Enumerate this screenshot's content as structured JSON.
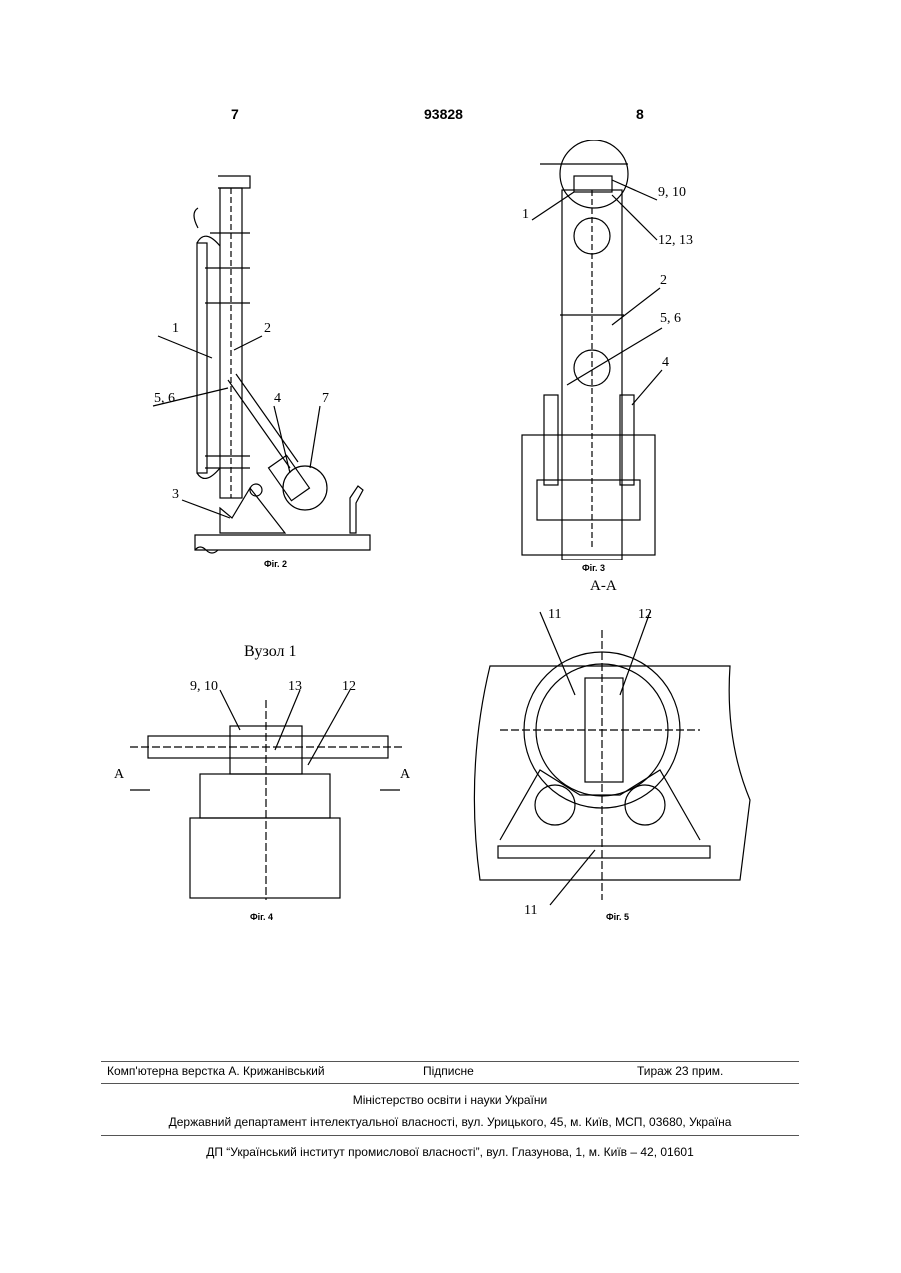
{
  "header": {
    "left_page": "7",
    "patent_no": "93828",
    "right_page": "8"
  },
  "figures": {
    "fig2": {
      "caption": "Фіг. 2",
      "labels": [
        "1",
        "2",
        "5, 6",
        "4",
        "7",
        "3"
      ]
    },
    "fig3": {
      "caption": "Фіг. 3",
      "section": "А-А",
      "labels": [
        "9, 10",
        "1",
        "12, 13",
        "2",
        "5, 6",
        "4"
      ]
    },
    "fig4": {
      "title": "Вузол 1",
      "caption": "Фіг. 4",
      "labels": [
        "9, 10",
        "13",
        "12",
        "А",
        "А"
      ]
    },
    "fig5": {
      "caption": "Фіг. 5",
      "labels": [
        "11",
        "12",
        "11"
      ]
    }
  },
  "footer": {
    "typesetter": "Комп'ютерна верстка А. Крижанівський",
    "signed": "Підписне",
    "print_run": "Тираж 23 прим.",
    "ministry": "Міністерство освіти і науки України",
    "department": "Державний департамент інтелектуальної власності, вул. Урицького, 45, м. Київ, МСП, 03680, Україна",
    "institute": "ДП “Український інститут промислової власності”, вул. Глазунова, 1, м. Київ – 42, 01601"
  }
}
